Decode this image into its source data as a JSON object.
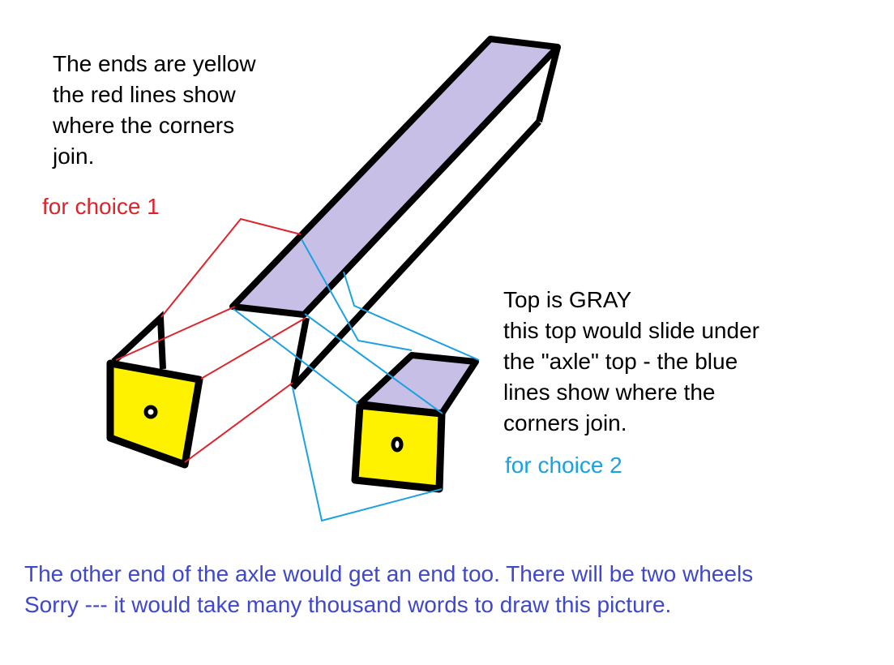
{
  "notes": {
    "ends_note": [
      "The ends are yellow",
      "the red lines show",
      "where the corners",
      "join."
    ],
    "choice1_label": "for choice 1",
    "top_note": [
      "Top is GRAY",
      "this top would slide under",
      "the \"axle\" top - the blue",
      "lines show where the",
      "corners join."
    ],
    "choice2_label": "for choice 2",
    "footer": [
      "The other end of the axle would get an end too.  There will be two wheels",
      "Sorry --- it would take many thousand words to draw this picture."
    ]
  },
  "colors": {
    "end_face": "#fff200",
    "top_face": "#c8bfe7",
    "choice1_lines": "#e0232b",
    "choice2_lines": "#1ba1e2",
    "footer_text": "#3f48cc",
    "outline": "#000000"
  }
}
